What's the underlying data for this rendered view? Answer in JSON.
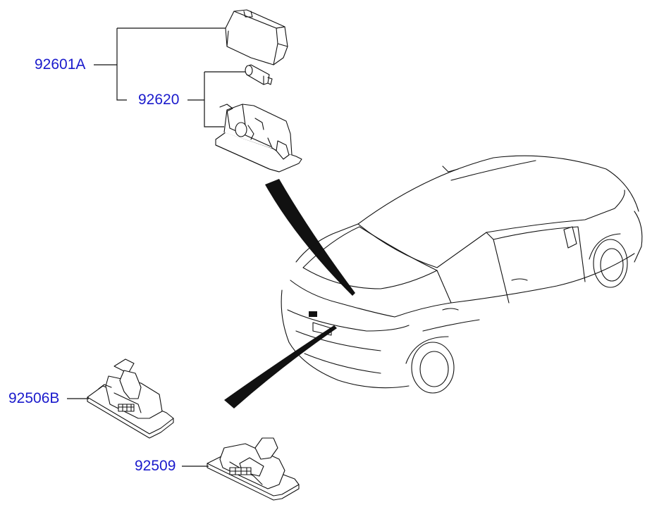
{
  "parts": [
    {
      "id": "p1",
      "number": "92601A"
    },
    {
      "id": "p2",
      "number": "92620"
    },
    {
      "id": "p3",
      "number": "92506B"
    },
    {
      "id": "p4",
      "number": "92509"
    }
  ],
  "colors": {
    "label": "#1a1acc",
    "line": "#111111",
    "background": "#ffffff"
  }
}
